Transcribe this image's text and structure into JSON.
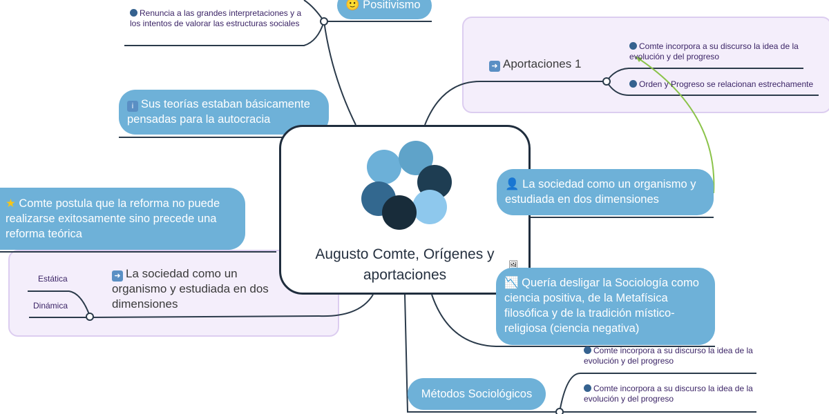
{
  "central": {
    "title": "Augusto Comte, Orígenes y aportaciones",
    "image_icon": "image-icon"
  },
  "nodes": {
    "positivismo": {
      "label": "Positivismo",
      "icon": "smiley-icon"
    },
    "renuncia": "Renuncia a las grandes interpretaciones y a los intentos de valorar las estructuras sociales",
    "teorias": {
      "label": "Sus teorías estaban básicamente pensadas para la autocracia",
      "icon": "info-icon"
    },
    "reforma": {
      "label": "Comte postula que la reforma no puede realizarse exitosamente sino precede una reforma teórica",
      "icon": "star-icon"
    },
    "sociedad_left": {
      "label": "La sociedad como un organismo y estudiada en dos dimensiones",
      "icon": "arrow-right-icon",
      "children": [
        "Estática",
        "Dinámica"
      ]
    },
    "aportaciones": {
      "label": "Aportaciones 1",
      "icon": "arrow-right-icon",
      "children": [
        "Comte incorpora a su discurso la idea de la evolución y del progreso",
        "Orden y Progreso se relacionan estrechamente"
      ]
    },
    "sociedad_right": {
      "label": "La sociedad como un organismo y estudiada en dos dimensiones",
      "icon": "user-icon"
    },
    "queria": {
      "label": "Quería desligar la Sociología como ciencia positiva, de la Metafísica filosófica y de la tradición místico-religiosa (ciencia negativa)",
      "icon": "chart-down-icon"
    },
    "metodos": {
      "label": "Métodos Sociológicos",
      "children": [
        "Comte incorpora a su discurso la idea de la evolución y del progreso",
        "Comte incorpora a su discurso la idea de la evolución y del progreso"
      ]
    }
  },
  "colors": {
    "bubble": "#6eb1d8",
    "connector": "#2a3a4a",
    "relation": "#8bc34a",
    "purple_bg": "#f4eefb"
  }
}
